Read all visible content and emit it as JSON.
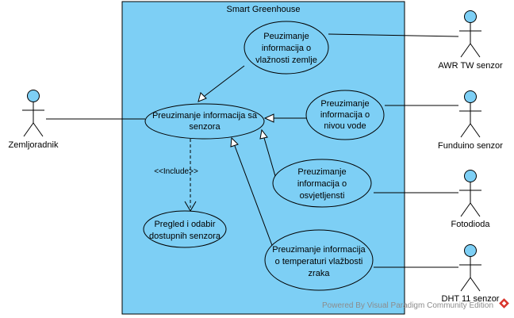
{
  "colors": {
    "system_fill": "#7dcff5",
    "usecase_fill": "#7dcff5",
    "actor_head": "#7dcff5",
    "line": "#000000",
    "watermark": "#8c8c8c",
    "logo": "#d9342b"
  },
  "system": {
    "title": "Smart Greenhouse"
  },
  "actors": [
    {
      "id": "zemljoradnik",
      "name": "Zemljoradnik"
    },
    {
      "id": "awr",
      "name": "AWR TW senzor"
    },
    {
      "id": "funduino",
      "name": "Funduino senzor"
    },
    {
      "id": "fotodioda",
      "name": "Fotodioda"
    },
    {
      "id": "dht",
      "name": "DHT 11 senzor"
    }
  ],
  "usecases": [
    {
      "id": "uc-zemlja",
      "lines": [
        "Peuzimanje",
        "informacija o",
        "vlažnosti zemlje"
      ]
    },
    {
      "id": "uc-senzori",
      "lines": [
        "Preuzimanje informacija sa",
        "senzora"
      ]
    },
    {
      "id": "uc-voda",
      "lines": [
        "Preuzimanje",
        "informacija o",
        "nivou vode"
      ]
    },
    {
      "id": "uc-svjetlost",
      "lines": [
        "Preuzimanje",
        "informacija o",
        "osvjetljensti"
      ]
    },
    {
      "id": "uc-pregled",
      "lines": [
        "Pregled i odabir",
        "dostupnih senzora"
      ]
    },
    {
      "id": "uc-temp",
      "lines": [
        "Preuzimanje informacija",
        "o temperaturi vlažbosti",
        "zraka"
      ]
    }
  ],
  "relations": {
    "include_label": "<<Include>>"
  },
  "watermark": {
    "text": "Powered By  Visual Paradigm Community Edition"
  }
}
